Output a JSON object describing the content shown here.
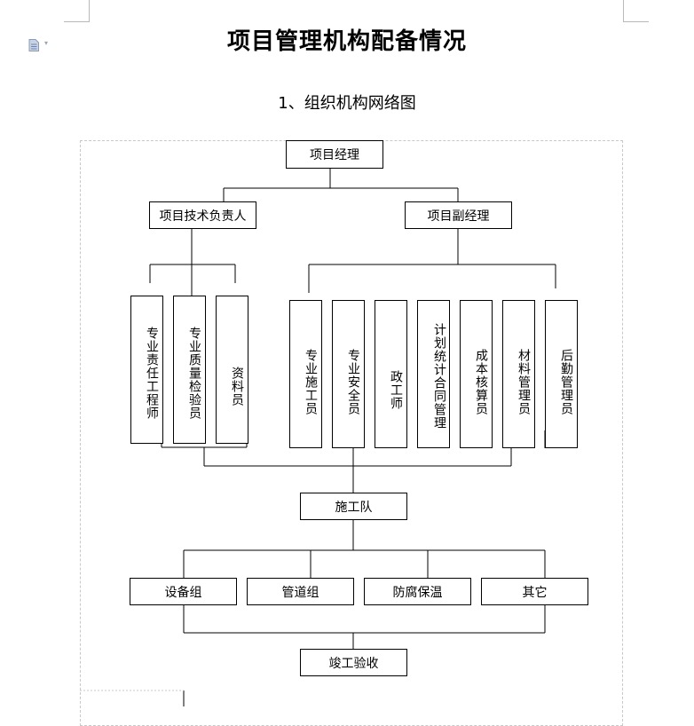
{
  "document": {
    "title": "项目管理机构配备情况",
    "subtitle": "1、组织机构网络图"
  },
  "chart": {
    "top": "项目经理",
    "left_branch": {
      "label": "项目技术负责人",
      "members": [
        "专业责任工程师",
        "专业质量检验员",
        "资料员"
      ]
    },
    "right_branch": {
      "label": "项目副经理",
      "members": [
        "专业施工员",
        "专业安全员",
        "政工师",
        "计划统计合同管理",
        "成本核算员",
        "材料管理员",
        "后勤管理员"
      ]
    },
    "team": "施工队",
    "groups": [
      "设备组",
      "管道组",
      "防腐保温",
      "其它"
    ],
    "final": "竣工验收"
  }
}
